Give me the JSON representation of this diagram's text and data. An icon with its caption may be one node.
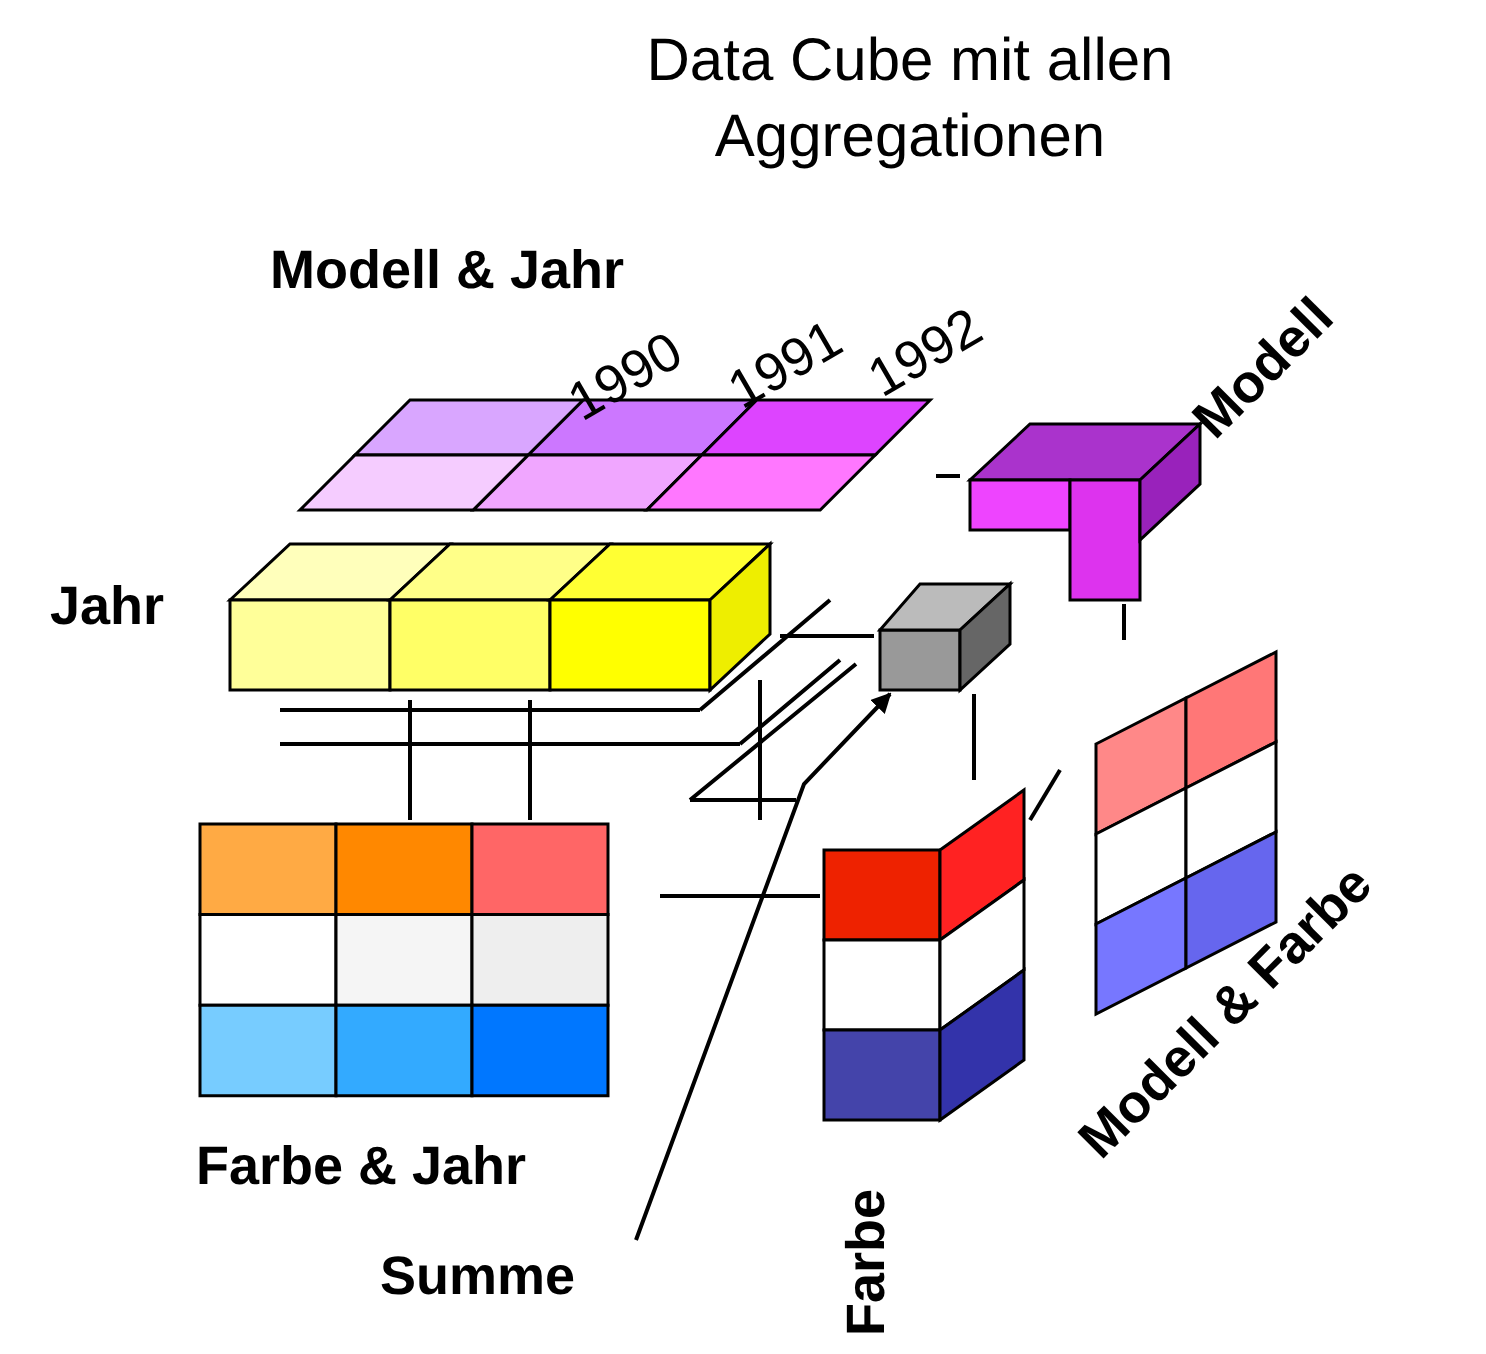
{
  "diagram": {
    "title": "Data Cube mit allen Aggregationen",
    "nodes": [
      {
        "text": [
          "Modell & Jahr"
        ]
      },
      {
        "text": [
          "Jahr"
        ]
      },
      {
        "text": [
          "Modell"
        ]
      },
      {
        "text": [],
        "shape": "box"
      },
      {
        "text": [
          "Farbe & Jahr"
        ]
      },
      {
        "text": [
          "Farbe"
        ]
      },
      {
        "text": [
          "Modell & Farbe"
        ]
      },
      {
        "text": [
          "Summe"
        ]
      }
    ],
    "edges": [
      {
        "from": 7,
        "to": 3,
        "arrow": "to"
      },
      {
        "from": 1,
        "to": 4,
        "arrow": "none"
      },
      {
        "from": 0,
        "to": 2,
        "arrow": "none"
      },
      {
        "from": 2,
        "to": 6,
        "arrow": "none"
      },
      {
        "from": 4,
        "to": 5,
        "arrow": "none"
      },
      {
        "from": 5,
        "to": 6,
        "arrow": "none"
      },
      {
        "from": 1,
        "to": 3,
        "arrow": "none"
      },
      {
        "from": 3,
        "to": 5,
        "arrow": "none"
      }
    ],
    "labels": [
      "1990",
      "1991",
      "1992"
    ]
  }
}
